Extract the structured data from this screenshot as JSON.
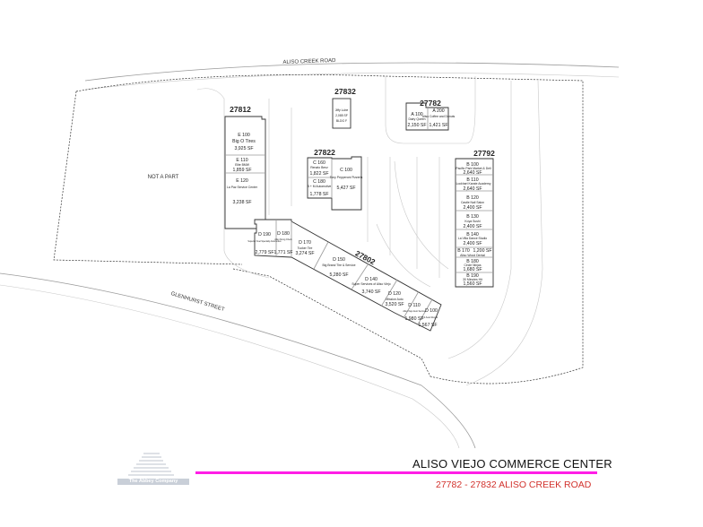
{
  "roads": {
    "north": "ALISO CREEK ROAD",
    "south": "GLENHURST STREET"
  },
  "not_a_part": "NOT A PART",
  "buildings": {
    "b27812": {
      "number": "27812",
      "units": [
        {
          "id": "E 100",
          "tenant": "Big O Tires",
          "sf": "3,925 SF"
        },
        {
          "id": "E 110",
          "tenant": "Elite BMW",
          "sf": "1,859 SF"
        },
        {
          "id": "E 120",
          "tenant": "La Paz Service Center",
          "sf": "3,238 SF"
        }
      ]
    },
    "b27832": {
      "number": "27832",
      "units": [
        {
          "id": "",
          "tenant": "Jiffy Lube",
          "sf": "2,085 SF",
          "bldg": "BLDG F"
        }
      ]
    },
    "b27822": {
      "number": "27822",
      "units": [
        {
          "id": "C 160",
          "tenant": "Renato Benz",
          "sf": "1,822 SF"
        },
        {
          "id": "C 180",
          "tenant": "B + M Automotive",
          "sf": "1,778 SF"
        },
        {
          "id": "C 100",
          "tenant": "Tony Pepperoni Pizzeria",
          "sf": "5,427 SF"
        }
      ]
    },
    "b27782": {
      "number": "27782",
      "units": [
        {
          "id": "A 100",
          "tenant": "Dairy Queen",
          "sf": "2,150 SF"
        },
        {
          "id": "A 200",
          "tenant": "Aliso Coffee and Donuts",
          "sf": "1,421 SF"
        }
      ]
    },
    "b27792": {
      "number": "27792",
      "units": [
        {
          "id": "B 100",
          "tenant": "Pacific Park Market & Deli",
          "sf": "2,640 SF"
        },
        {
          "id": "B 110",
          "tenant": "Lockhart Karate Academy",
          "sf": "2,640 SF"
        },
        {
          "id": "B 120",
          "tenant": "Castle Nail Salon",
          "sf": "2,400 SF"
        },
        {
          "id": "B 130",
          "tenant": "Koya Sushi",
          "sf": "2,400 SF"
        },
        {
          "id": "B 140",
          "tenant": "La Villa Dance Studio",
          "sf": "2,400 SF"
        },
        {
          "id": "B 170",
          "tenant": "Aliso Wood Dental",
          "sf": "1,200 SF"
        },
        {
          "id": "B 180",
          "tenant": "Circle Ninjas",
          "sf": "1,680 SF"
        },
        {
          "id": "B 190",
          "tenant": "30 Minutes Hit",
          "sf": "1,560 SF"
        }
      ]
    },
    "b27802": {
      "number": "27802",
      "units": [
        {
          "id": "D 190",
          "tenant": "Superior Fuel Specialty Automotive",
          "sf": "2,779 SF"
        },
        {
          "id": "D 180",
          "tenant": "Aliso Smog Check",
          "sf": "1,771 SF"
        },
        {
          "id": "D 170",
          "tenant": "Tucker Tire",
          "sf": "3,274 SF"
        },
        {
          "id": "D 150",
          "tenant": "Big Brand Tire & Service",
          "sf": "5,280 SF"
        },
        {
          "id": "D 140",
          "tenant": "Super Services of Aliso Viejo",
          "sf": "3,740 SF"
        },
        {
          "id": "D 120",
          "tenant": "Mission Auto",
          "sf": "3,520 SF"
        },
        {
          "id": "D 110",
          "tenant": "Aliso Viejo Auto Service",
          "sf": "1,980 SF"
        },
        {
          "id": "D 100",
          "tenant": "714 Auto Repair",
          "sf": "1,567 SF"
        }
      ]
    }
  },
  "footer": {
    "title": "ALISO VIEJO COMMERCE CENTER",
    "subtitle": "27782 - 27832 ALISO CREEK ROAD",
    "logo_text": "The Abbey Company",
    "accent_color": "#ff1ee6",
    "subtitle_color": "#d2322d"
  }
}
